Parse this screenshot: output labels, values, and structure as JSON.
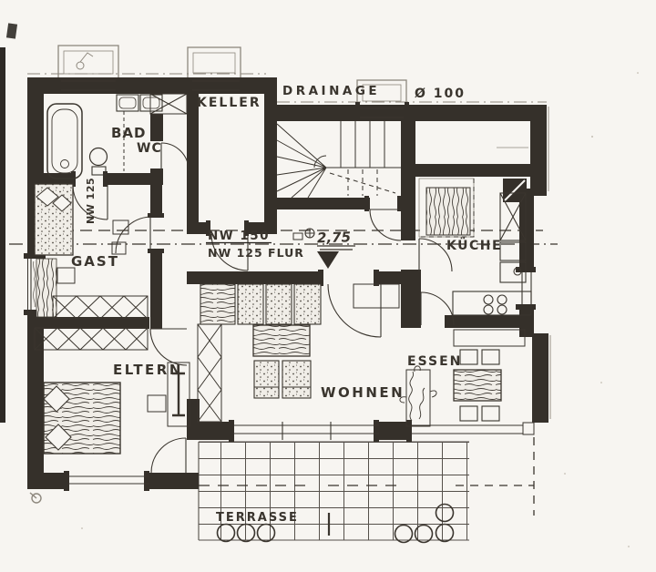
{
  "plan": {
    "labels": {
      "keller": "KELLER",
      "drainage": "DRAINAGE",
      "pipe_diameter": "Ø 100",
      "bad": "BAD",
      "wc": "WC",
      "door_width_gast": "NW 125",
      "gast": "GAST",
      "flur_width_1": "NW 150",
      "flur_width_2": "NW 125 FLUR",
      "elevation": "2,75",
      "kueche": "KÜCHE",
      "eltern": "ELTERN",
      "wohnen": "WOHNEN",
      "essen": "ESSEN",
      "terrasse": "TERRASSE"
    },
    "colors": {
      "paper": "#f7f5f1",
      "wall": "#35302a",
      "ink": "#3a352e",
      "faint": "#8d877d"
    }
  }
}
